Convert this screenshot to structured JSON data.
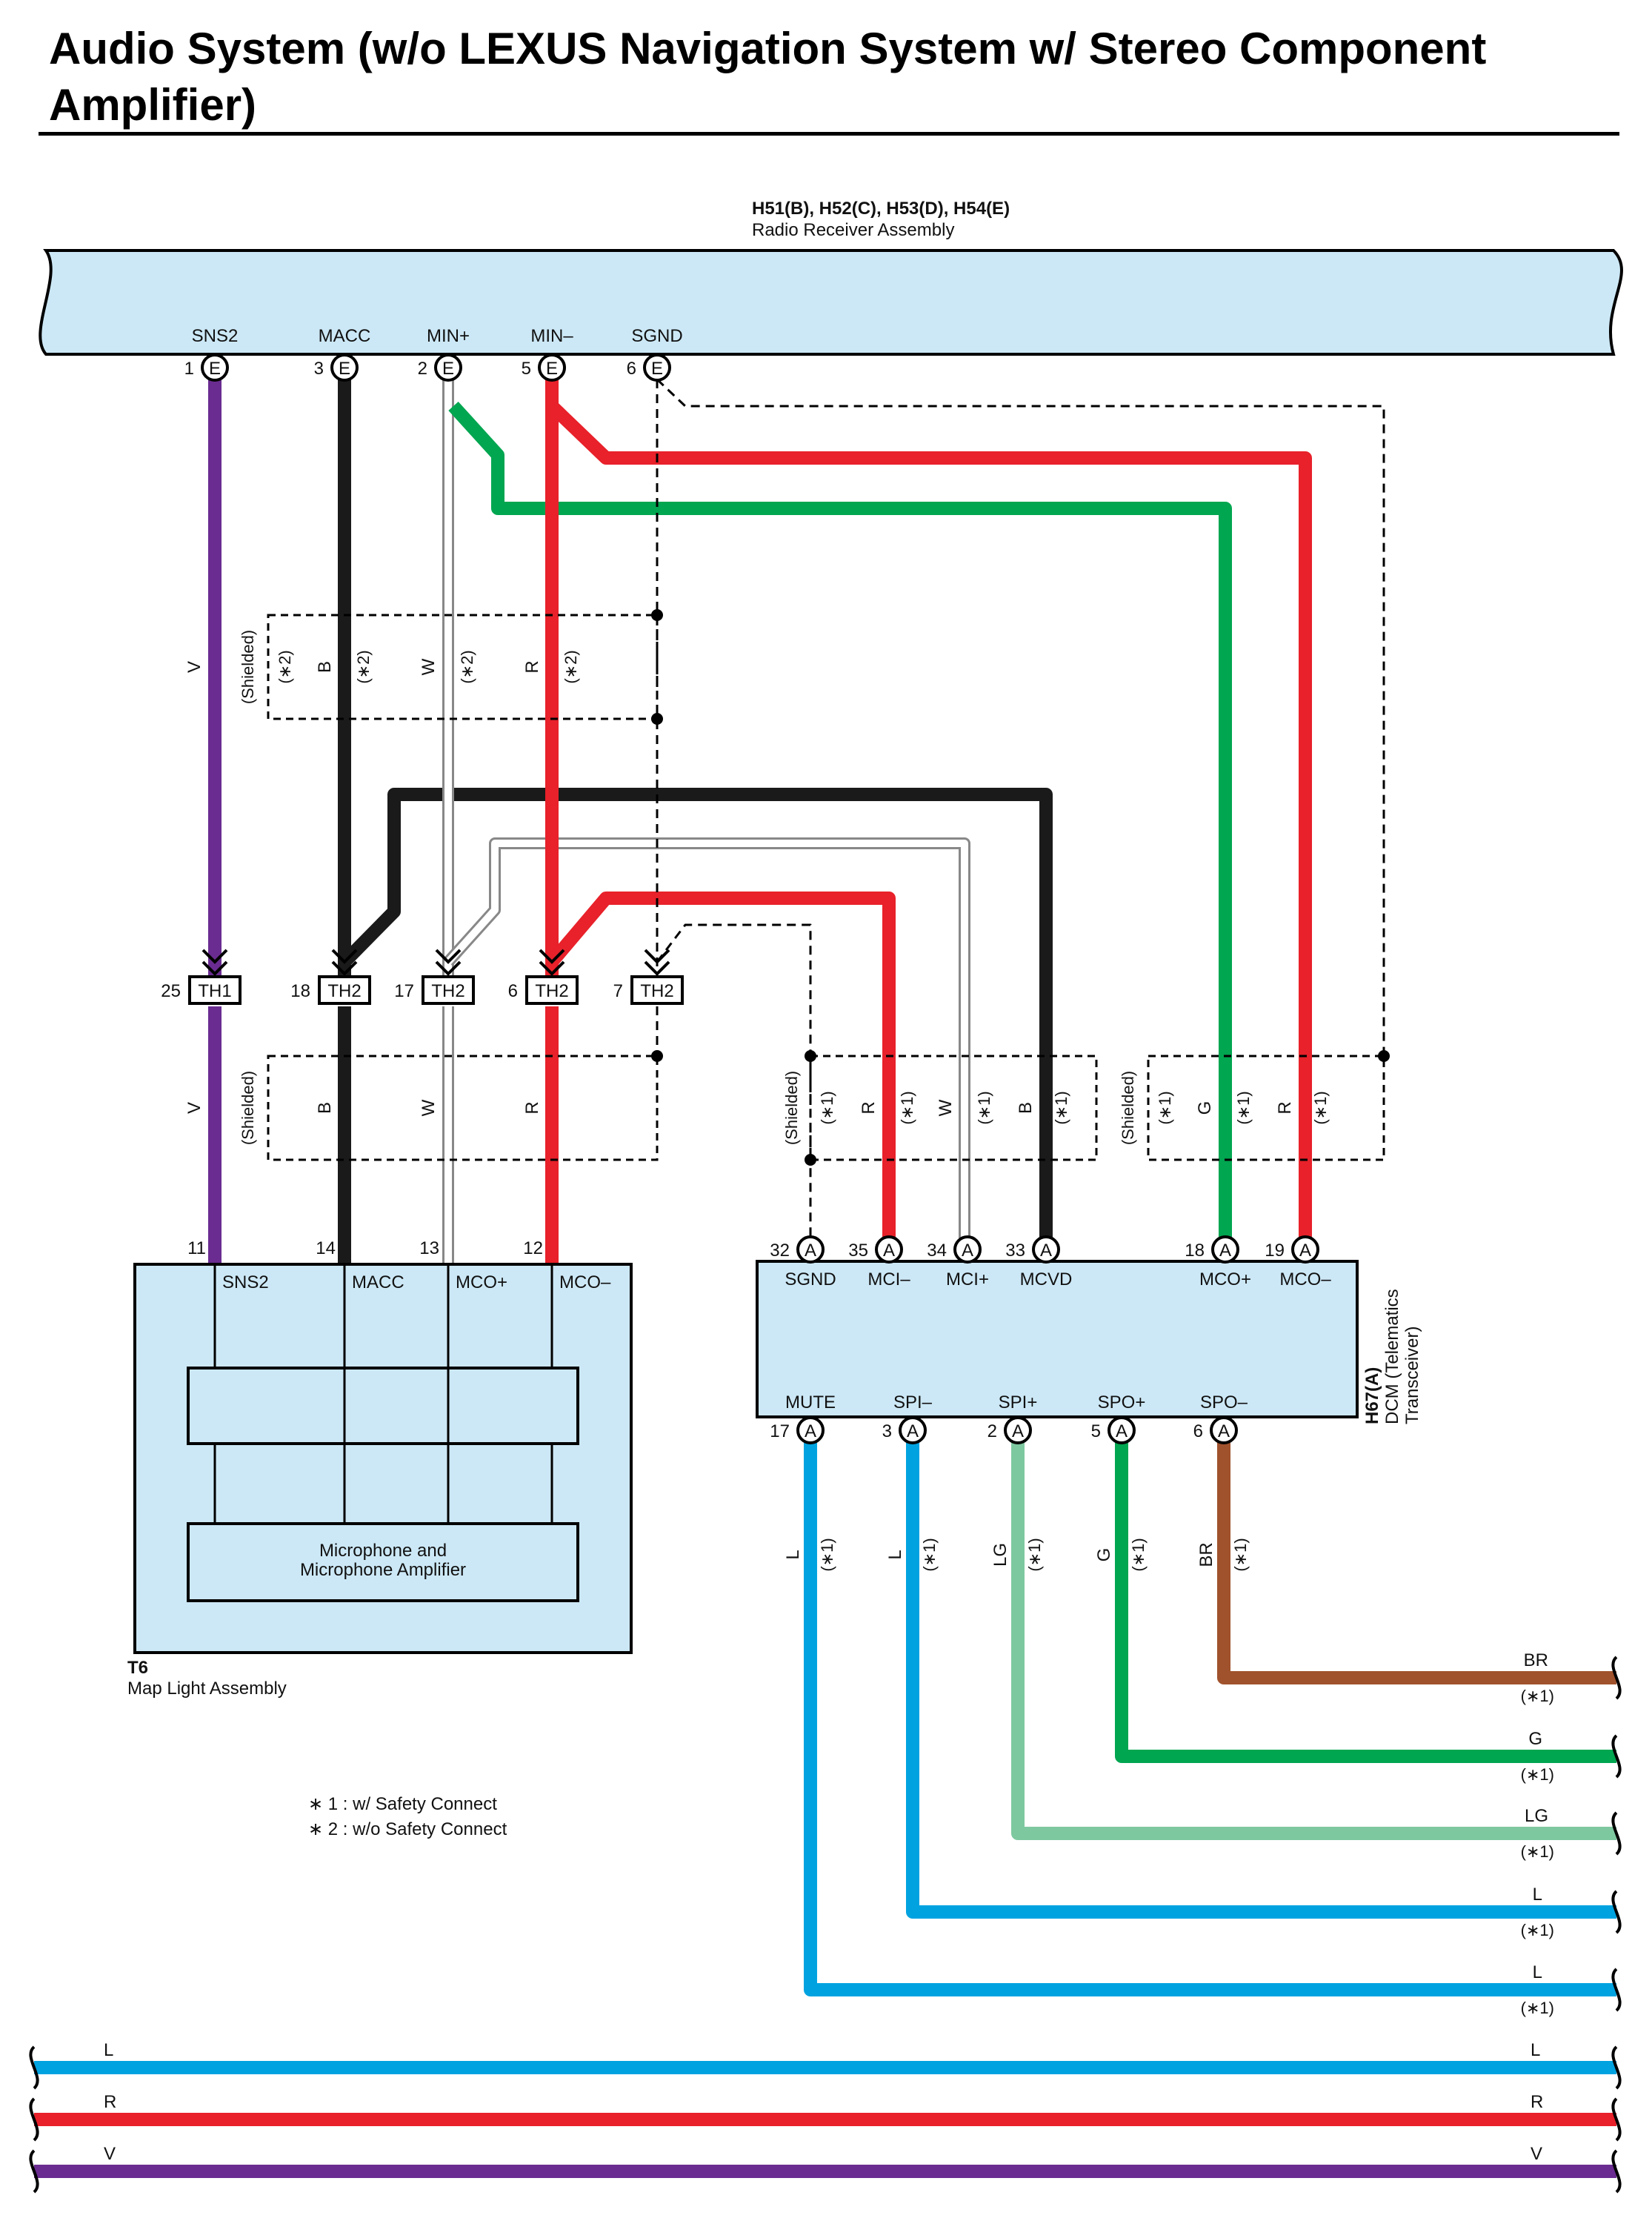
{
  "title": "Audio System (w/o LEXUS Navigation System w/ Stereo Component Amplifier)",
  "components": {
    "radio": {
      "codes": "H51(B), H52(C), H53(D), H54(E)",
      "name": "Radio Receiver Assembly",
      "connector": "E",
      "pins": [
        {
          "pin": "1",
          "label": "SNS2"
        },
        {
          "pin": "3",
          "label": "MACC"
        },
        {
          "pin": "2",
          "label": "MIN+"
        },
        {
          "pin": "5",
          "label": "MIN–"
        },
        {
          "pin": "6",
          "label": "SGND"
        }
      ]
    },
    "junctions": [
      {
        "pin": "25",
        "label": "TH1"
      },
      {
        "pin": "18",
        "label": "TH2"
      },
      {
        "pin": "17",
        "label": "TH2"
      },
      {
        "pin": "6",
        "label": "TH2"
      },
      {
        "pin": "7",
        "label": "TH2"
      }
    ],
    "maplight": {
      "code": "T6",
      "name": "Map Light Assembly",
      "inner": "Microphone and Microphone Amplifier",
      "pins": [
        {
          "pin": "11",
          "label": "SNS2"
        },
        {
          "pin": "14",
          "label": "MACC"
        },
        {
          "pin": "13",
          "label": "MCO+"
        },
        {
          "pin": "12",
          "label": "MCO–"
        }
      ]
    },
    "dcm": {
      "code": "H67(A)",
      "name": "DCM (Telematics Transceiver)",
      "connector": "A",
      "top_pins": [
        {
          "pin": "32",
          "label": "SGND"
        },
        {
          "pin": "35",
          "label": "MCI–"
        },
        {
          "pin": "34",
          "label": "MCI+"
        },
        {
          "pin": "33",
          "label": "MCVD"
        },
        {
          "pin": "18",
          "label": "MCO+"
        },
        {
          "pin": "19",
          "label": "MCO–"
        }
      ],
      "bottom_pins": [
        {
          "pin": "17",
          "label": "MUTE"
        },
        {
          "pin": "3",
          "label": "SPI–"
        },
        {
          "pin": "2",
          "label": "SPI+"
        },
        {
          "pin": "5",
          "label": "SPO+"
        },
        {
          "pin": "6",
          "label": "SPO–"
        }
      ]
    }
  },
  "wire_labels": {
    "upper": [
      "V",
      "B",
      "W",
      "R"
    ],
    "upper_notes": [
      "(∗2)",
      "(∗2)",
      "(∗2)",
      "(∗2)"
    ],
    "lower_left": [
      "V",
      "B",
      "W",
      "R"
    ],
    "dcm_group1": [
      "R",
      "W",
      "B"
    ],
    "dcm_group2": [
      "G",
      "R"
    ],
    "dcm_notes": [
      "(∗1)",
      "(∗1)",
      "(∗1)",
      "(∗1)",
      "(∗1)"
    ],
    "dcm_bottom": [
      "L",
      "L",
      "LG",
      "G",
      "BR"
    ],
    "right_outputs": [
      {
        "color": "BR",
        "note": "(∗1)"
      },
      {
        "color": "G",
        "note": "(∗1)"
      },
      {
        "color": "LG",
        "note": "(∗1)"
      },
      {
        "color": "L",
        "note": "(∗1)"
      },
      {
        "color": "L",
        "note": "(∗1)"
      }
    ],
    "bottom_buses": [
      "L",
      "R",
      "V"
    ],
    "shielded": "(Shielded)"
  },
  "notes": [
    "∗ 1 : w/ Safety Connect",
    "∗ 2 : w/o Safety Connect"
  ],
  "colors": {
    "V": "#6a2c91",
    "B": "#1a1a1a",
    "W": "#9e9e9e",
    "R": "#e8212a",
    "G": "#00a650",
    "LG": "#7ec8a0",
    "L": "#00a3e0",
    "BR": "#a0522d",
    "component_fill": "#cce8f6"
  }
}
